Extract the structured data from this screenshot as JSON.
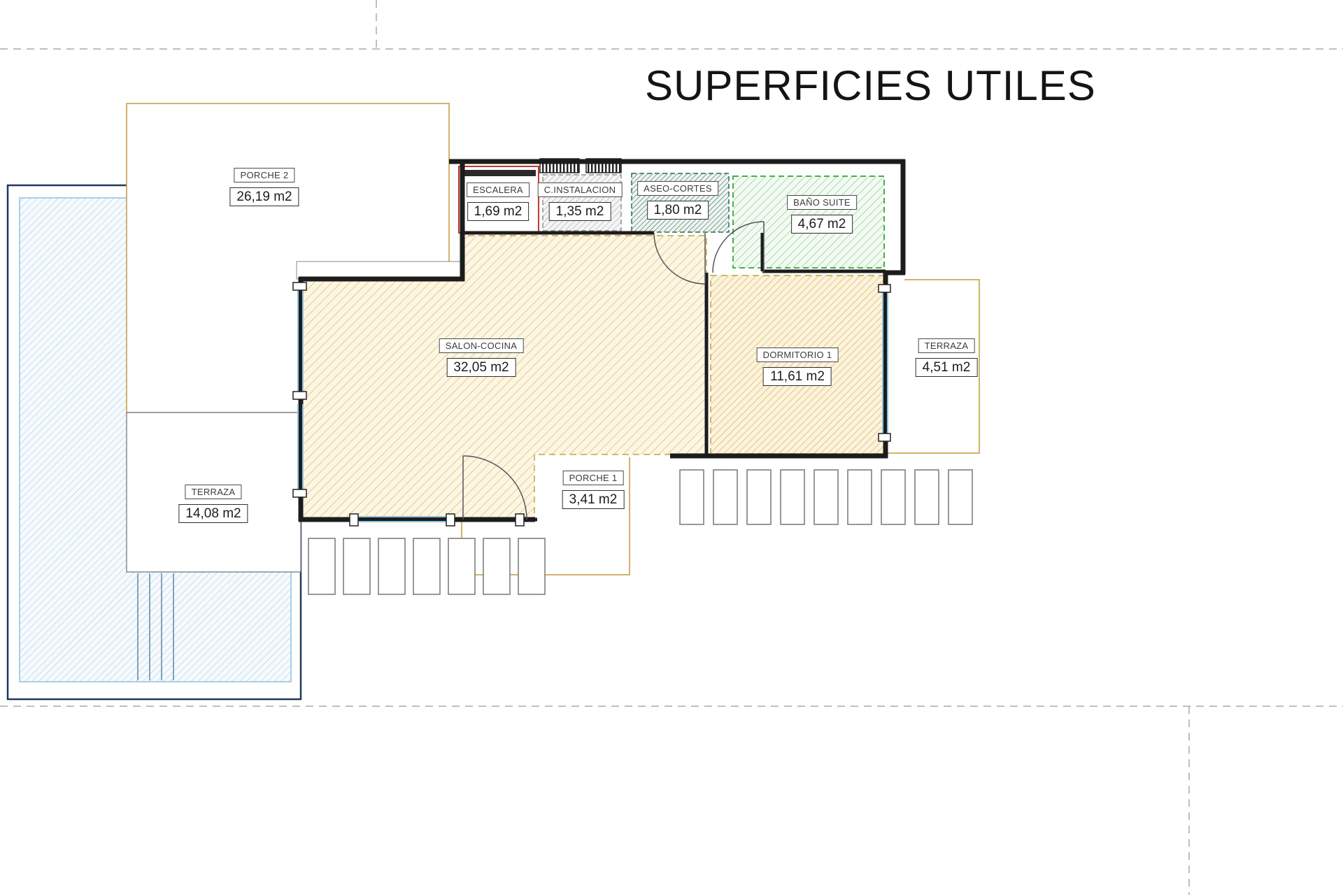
{
  "title": "SUPERFICIES UTILES",
  "rooms": {
    "porche2": {
      "label": "PORCHE 2",
      "area": "26,19 m2"
    },
    "escalera": {
      "label": "ESCALERA",
      "area": "1,69 m2"
    },
    "instalacion": {
      "label": "C.INSTALACION",
      "area": "1,35 m2"
    },
    "aseo": {
      "label": "ASEO-CORTES",
      "area": "1,80 m2"
    },
    "bano": {
      "label": "BAÑO SUITE",
      "area": "4,67 m2"
    },
    "salon": {
      "label": "SALON-COCINA",
      "area": "32,05 m2"
    },
    "dormitorio": {
      "label": "DORMITORIO 1",
      "area": "11,61 m2"
    },
    "terraza_right": {
      "label": "TERRAZA",
      "area": "4,51 m2"
    },
    "terraza_left": {
      "label": "TERRAZA",
      "area": "14,08 m2"
    },
    "porche1": {
      "label": "PORCHE 1",
      "area": "3,41 m2"
    }
  },
  "colors": {
    "wall": "#1c1c1c",
    "tan_outline": "#c49a3c",
    "salon_hatch": "#d9b668",
    "dormitorio_hatch": "#d2a94e",
    "pool_hatch": "#aecfe6",
    "pool_border": "#1f3a5f",
    "bano_hatch": "#82c882",
    "bano_border": "#46b04a",
    "aseo_hatch": "#2f6b52",
    "instalacion_hatch": "#999999",
    "escalera_border": "#c0392b",
    "window": "#8fc1dd",
    "boundary_dash": "#aaaaaa"
  }
}
